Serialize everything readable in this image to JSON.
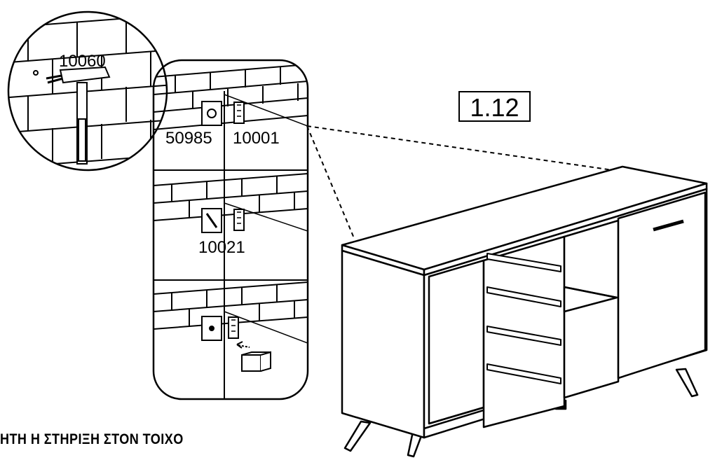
{
  "step_number": "1.12",
  "part_codes": {
    "anchor": "10060",
    "bracket_plate": "50985",
    "screw_a": "10001",
    "screw_b": "10021"
  },
  "caption": "ΗΤΗ Η ΣΤΗΡΙΞΗ ΣΤΟΝ ΤΟΙΧΟ"
}
